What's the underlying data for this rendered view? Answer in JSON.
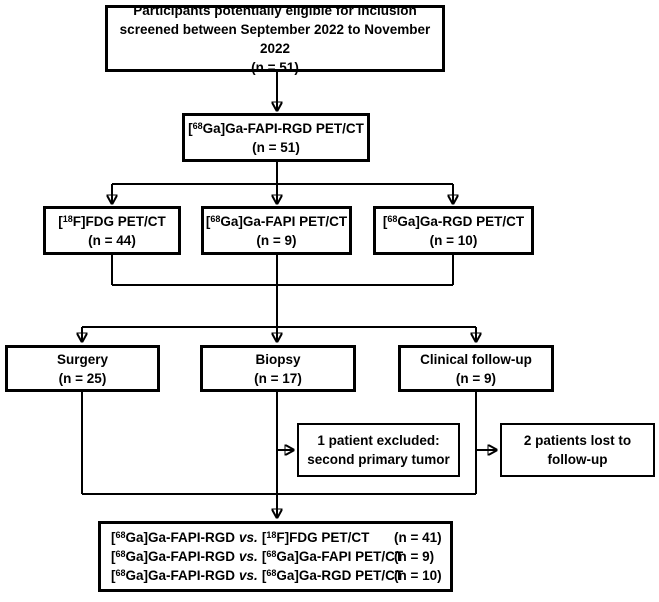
{
  "colors": {
    "background": "#ffffff",
    "line": "#000000",
    "box_border": "#000000",
    "text": "#000000"
  },
  "flowchart": {
    "screening": {
      "line1": "Participants potentially eligible for inclusion",
      "line2": "screened between September 2022 to November 2022",
      "n": "(n = 51)"
    },
    "fapi_rgd": {
      "pre": "[",
      "iso": "68",
      "rest": "Ga]Ga-FAPI-RGD PET/CT",
      "n": "(n = 51)"
    },
    "fdg": {
      "pre": "[",
      "iso": "18",
      "rest": "F]FDG PET/CT",
      "n": "(n = 44)"
    },
    "fapi": {
      "pre": "[",
      "iso": "68",
      "rest": "Ga]Ga-FAPI PET/CT",
      "n": "(n = 9)"
    },
    "rgd": {
      "pre": "[",
      "iso": "68",
      "rest": "Ga]Ga-RGD PET/CT",
      "n": "(n = 10)"
    },
    "surgery": {
      "label": "Surgery",
      "n": "(n = 25)"
    },
    "biopsy": {
      "label": "Biopsy",
      "n": "(n = 17)"
    },
    "followup": {
      "label": "Clinical follow-up",
      "n": "(n = 9)"
    },
    "excluded": {
      "line1": "1 patient excluded:",
      "line2": "second primary tumor"
    },
    "lost": {
      "line1": "2 patients lost to",
      "line2": "follow-up"
    },
    "comparisons": [
      {
        "l_pre": "[",
        "l_iso": "68",
        "l_rest": "Ga]Ga-FAPI-RGD",
        "vs": "vs.",
        "r_pre": "[",
        "r_iso": "18",
        "r_rest": "F]FDG PET/CT",
        "n": "(n = 41)"
      },
      {
        "l_pre": "[",
        "l_iso": "68",
        "l_rest": "Ga]Ga-FAPI-RGD",
        "vs": "vs.",
        "r_pre": "[",
        "r_iso": "68",
        "r_rest": "Ga]Ga-FAPI PET/CT",
        "n": "(n = 9)"
      },
      {
        "l_pre": "[",
        "l_iso": "68",
        "l_rest": "Ga]Ga-FAPI-RGD",
        "vs": "vs.",
        "r_pre": "[",
        "r_iso": "68",
        "r_rest": "Ga]Ga-RGD PET/CT",
        "n": "(n = 10)"
      }
    ]
  }
}
